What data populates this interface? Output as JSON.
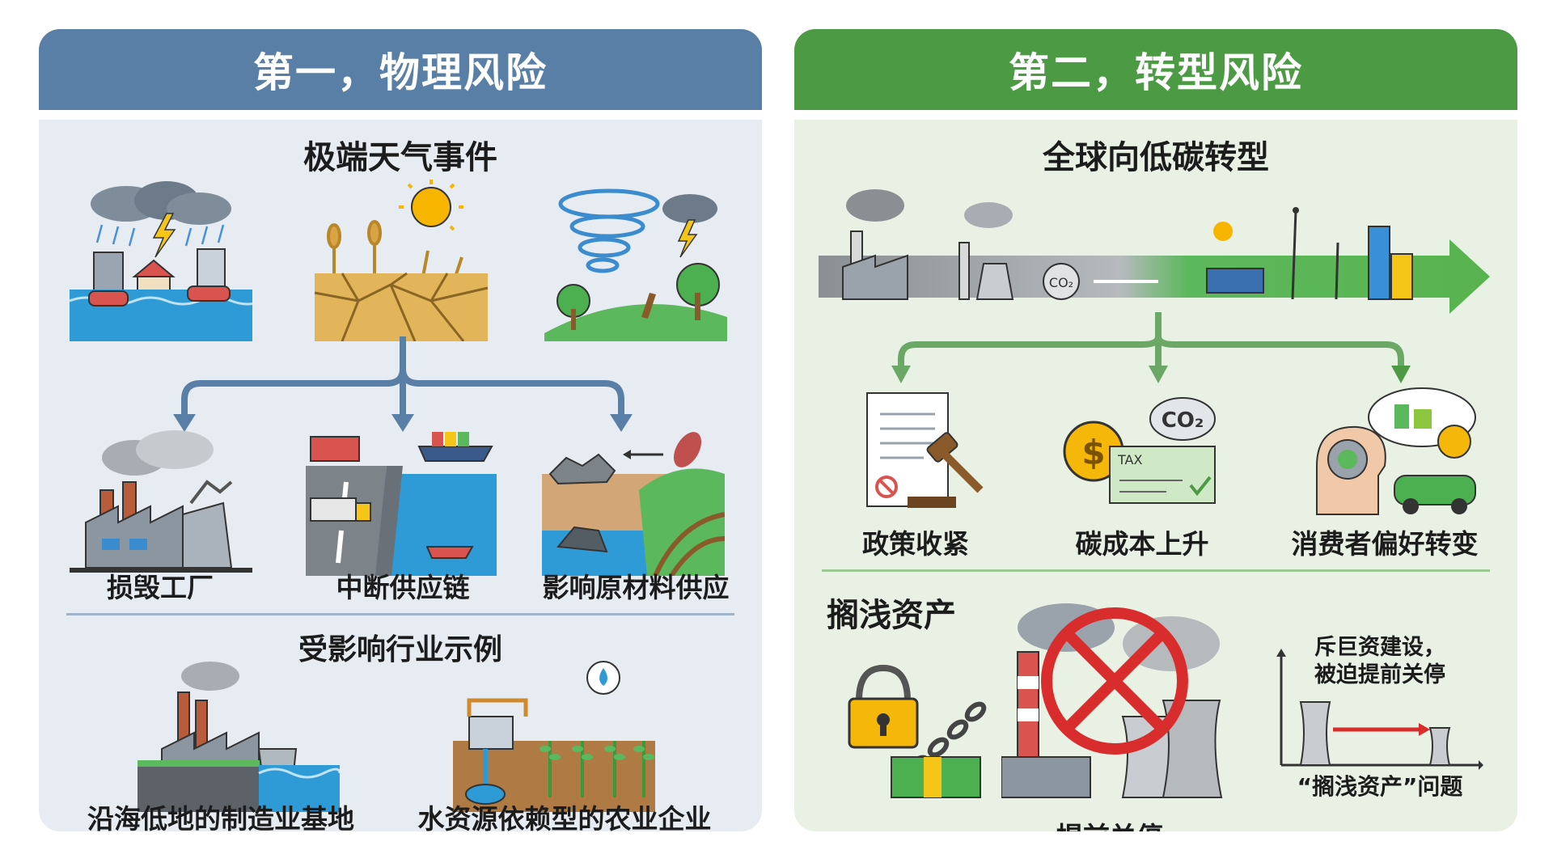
{
  "physical": {
    "header": "第一，物理风险",
    "extreme_weather_title": "极端天气事件",
    "impacts": [
      "损毁工厂",
      "中断供应链",
      "影响原材料供应"
    ],
    "industries_title": "受影响行业示例",
    "industries": [
      "沿海低地的制造业基地",
      "水资源依赖型的农业企业"
    ]
  },
  "transition": {
    "header": "第二，转型风险",
    "global_title": "全球向低碳转型",
    "drivers": [
      "政策收紧",
      "碳成本上升",
      "消费者偏好转变"
    ],
    "stranded_title": "搁浅资产",
    "closure_label": "提前关停",
    "chart_note_line1": "斥巨资建设，",
    "chart_note_line2": "被迫提前关停",
    "chart_caption": "“搁浅资产”问题",
    "tax_label": "TAX",
    "co2_label": "CO₂"
  },
  "colors": {
    "physical_header": "#5a7fa6",
    "transition_header": "#4d9a45",
    "physical_arrow": "#5a7fa6",
    "transition_arrow": "#4d9a45"
  }
}
